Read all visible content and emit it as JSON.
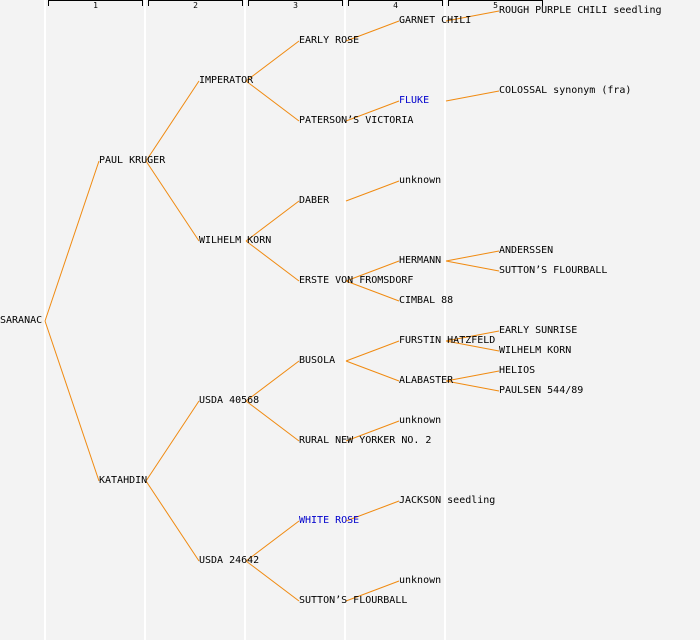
{
  "columns": [
    "1",
    "2",
    "3",
    "4",
    "5"
  ],
  "colors": {
    "link": "#f08a10",
    "highlight": "#0000cc",
    "text": "#000000",
    "background": "#f3f3f3"
  },
  "tree": {
    "name": "SARANAC",
    "children": [
      {
        "name": "PAUL KRUGER",
        "children": [
          {
            "name": "IMPERATOR",
            "children": [
              {
                "name": "EARLY ROSE",
                "children": [
                  {
                    "name": "GARNET CHILI",
                    "children": [
                      {
                        "name": "ROUGH PURPLE CHILI seedling"
                      }
                    ]
                  }
                ]
              },
              {
                "name": "PATERSON'S VICTORIA",
                "children": [
                  {
                    "name": "FLUKE",
                    "highlight": true,
                    "children": [
                      {
                        "name": "COLOSSAL synonym (fra)"
                      }
                    ]
                  }
                ]
              }
            ]
          },
          {
            "name": "WILHELM KORN",
            "children": [
              {
                "name": "DABER",
                "children": [
                  {
                    "name": "unknown"
                  }
                ]
              },
              {
                "name": "ERSTE VON FROMSDORF",
                "children": [
                  {
                    "name": "HERMANN",
                    "children": [
                      {
                        "name": "ANDERSSEN"
                      },
                      {
                        "name": "SUTTON'S FLOURBALL"
                      }
                    ]
                  },
                  {
                    "name": "CIMBAL 88"
                  }
                ]
              }
            ]
          }
        ]
      },
      {
        "name": "KATAHDIN",
        "children": [
          {
            "name": "USDA 40568",
            "children": [
              {
                "name": "BUSOLA",
                "children": [
                  {
                    "name": "FURSTIN HATZFELD",
                    "children": [
                      {
                        "name": "EARLY SUNRISE"
                      },
                      {
                        "name": "WILHELM KORN"
                      }
                    ]
                  },
                  {
                    "name": "ALABASTER",
                    "children": [
                      {
                        "name": "HELIOS"
                      },
                      {
                        "name": "PAULSEN 544/89"
                      }
                    ]
                  }
                ]
              },
              {
                "name": "RURAL NEW YORKER NO. 2",
                "children": [
                  {
                    "name": "unknown"
                  }
                ]
              }
            ]
          },
          {
            "name": "USDA 24642",
            "children": [
              {
                "name": "WHITE ROSE",
                "highlight": true,
                "children": [
                  {
                    "name": "JACKSON seedling"
                  }
                ]
              },
              {
                "name": "SUTTON'S FLOURBALL",
                "children": [
                  {
                    "name": "unknown"
                  }
                ]
              }
            ]
          }
        ]
      }
    ]
  }
}
